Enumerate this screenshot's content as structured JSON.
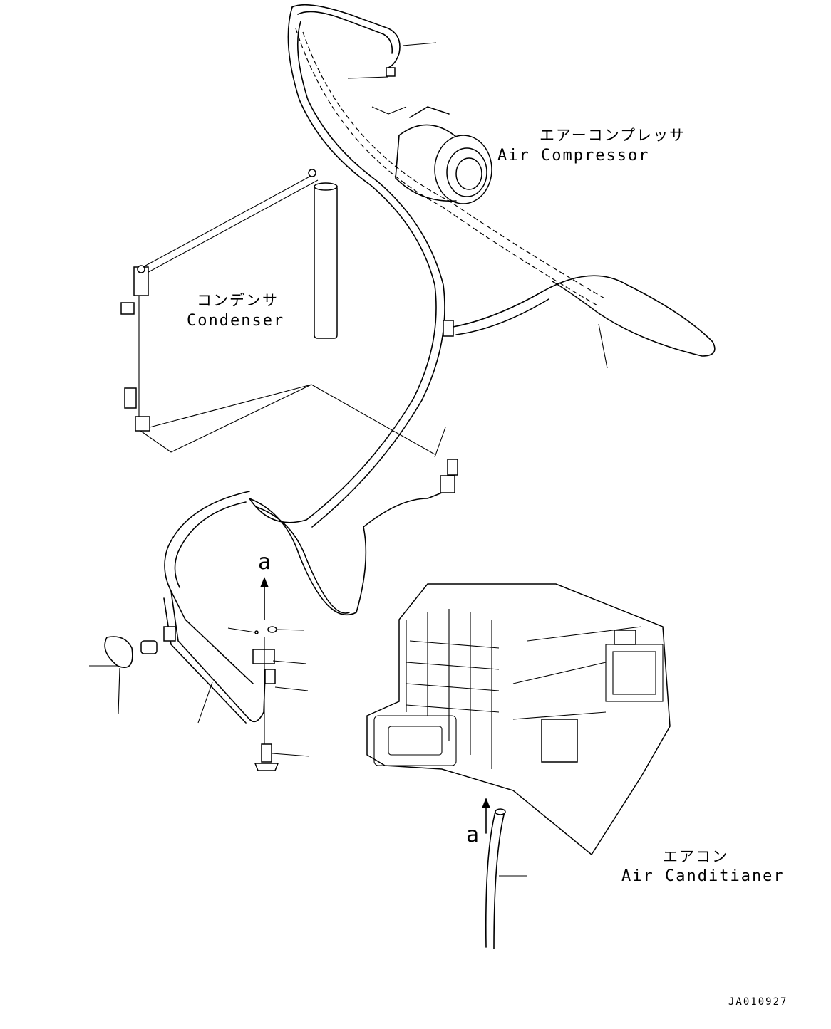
{
  "labels": {
    "compressor_jp": "エアーコンプレッサ",
    "compressor_en": "Air Compressor",
    "condenser_jp": "コンデンサ",
    "condenser_en": "Condenser",
    "aircon_jp": "エアコン",
    "aircon_en": "Air Canditianer"
  },
  "callouts": {
    "a_top": "a",
    "a_bottom": "a"
  },
  "drawing_number": "JA010927"
}
